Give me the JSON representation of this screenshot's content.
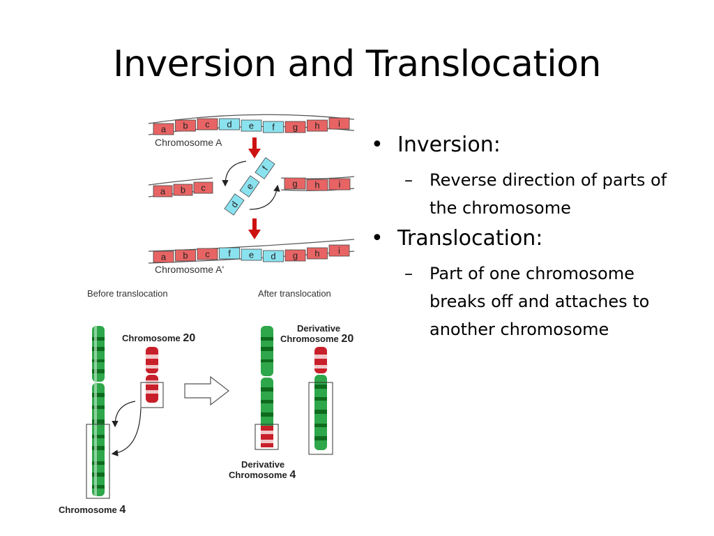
{
  "slide": {
    "title": "Inversion and Translocation"
  },
  "bullets": [
    {
      "heading": "Inversion:",
      "sub": "Reverse direction of parts of the chromosome"
    },
    {
      "heading": "Translocation:",
      "sub": "Part of one chromosome breaks off and attaches to another chromosome"
    }
  ],
  "inversion_figure": {
    "chromosome_a_label": "Chromosome A",
    "chromosome_a_prime_label": "Chromosome A'",
    "row1_genes": [
      "a",
      "b",
      "c",
      "d",
      "e",
      "f",
      "g",
      "h",
      "i"
    ],
    "row2_left_genes": [
      "a",
      "b",
      "c"
    ],
    "row2_inverted_genes": [
      "d",
      "e",
      "f"
    ],
    "row2_right_genes": [
      "g",
      "h",
      "i"
    ],
    "row3_genes": [
      "a",
      "b",
      "c",
      "f",
      "e",
      "d",
      "g",
      "h",
      "i"
    ],
    "colors": {
      "red_segment": "#e86464",
      "cyan_segment": "#8be2ef",
      "arrow_red": "#cc1111"
    }
  },
  "translocation_figure": {
    "before_label": "Before translocation",
    "after_label": "After translocation",
    "chromosome_20": {
      "name": "Chromosome",
      "number": "20"
    },
    "chromosome_4": {
      "name": "Chromosome",
      "number": "4"
    },
    "derivative_20": {
      "line1": "Derivative",
      "line2": "Chromosome",
      "number": "20"
    },
    "derivative_4": {
      "line1": "Derivative",
      "line2": "Chromosome",
      "number": "4"
    },
    "colors": {
      "green": "#2ea64a",
      "dark_green": "#0e6b1e",
      "red": "#c8202a",
      "dark_red": "#8a0f15"
    }
  }
}
